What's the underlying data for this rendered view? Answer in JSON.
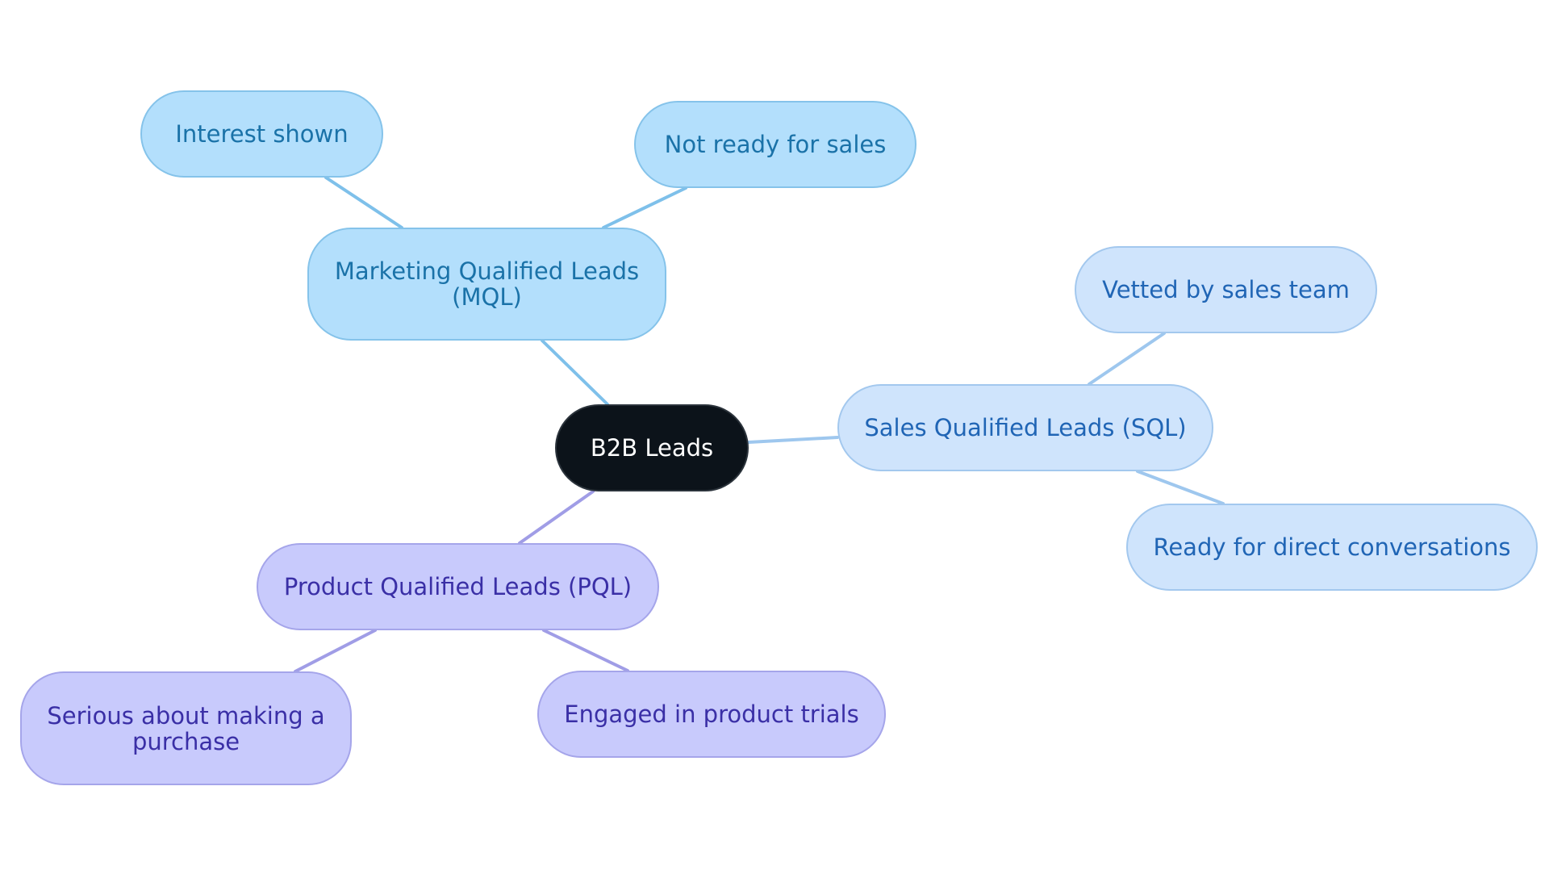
{
  "diagram": {
    "root": {
      "label": "B2B Leads"
    },
    "branches": [
      {
        "label": "Marketing Qualified Leads (MQL)",
        "children": [
          "Interest shown",
          "Not ready for sales"
        ]
      },
      {
        "label": "Sales Qualified Leads (SQL)",
        "children": [
          "Vetted by sales team",
          "Ready for direct conversations"
        ]
      },
      {
        "label": "Product Qualified Leads (PQL)",
        "children": [
          "Serious about making a purchase",
          "Engaged in product trials"
        ]
      }
    ]
  },
  "colors": {
    "root_fill": "#0c131a",
    "mql_fill": "#b3dffc",
    "mql_text": "#1a72a8",
    "sql_fill": "#cfe4fc",
    "sql_text": "#2065b5",
    "pql_fill": "#c8cafc",
    "pql_text": "#3a2fa6"
  }
}
